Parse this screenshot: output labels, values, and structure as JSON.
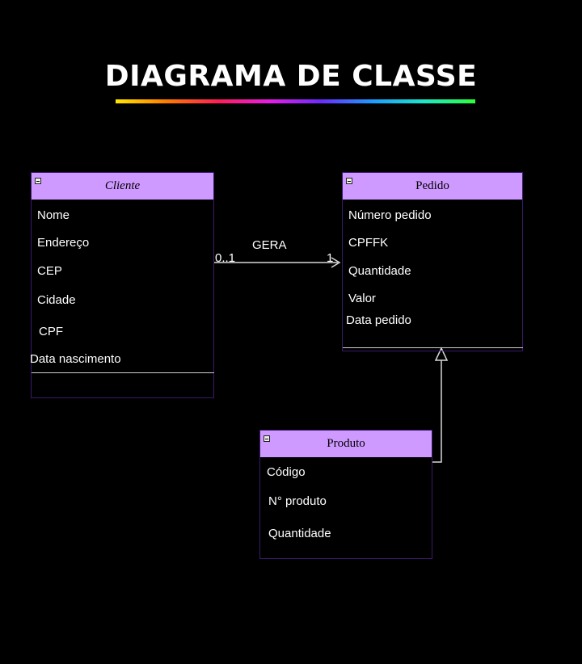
{
  "title": "DIAGRAMA DE CLASSE",
  "colors": {
    "header": "#cf9aff",
    "background": "#000000",
    "connector": "#d8d8d8"
  },
  "classes": {
    "cliente": {
      "name": "Cliente",
      "attributes": [
        "Nome",
        "Endereço",
        "CEP",
        "Cidade",
        "CPF",
        "Data nascimento"
      ]
    },
    "pedido": {
      "name": "Pedido",
      "attributes": [
        "Número pedido",
        "CPFFK",
        "Quantidade",
        "Valor",
        "Data pedido"
      ]
    },
    "produto": {
      "name": "Produto",
      "attributes": [
        "Código",
        "N° produto",
        "Quantidade"
      ]
    }
  },
  "association": {
    "label": "GERA",
    "source_multiplicity": "0..1",
    "target_multiplicity": "1"
  },
  "generalization": {
    "from": "Produto",
    "to": "Pedido"
  }
}
